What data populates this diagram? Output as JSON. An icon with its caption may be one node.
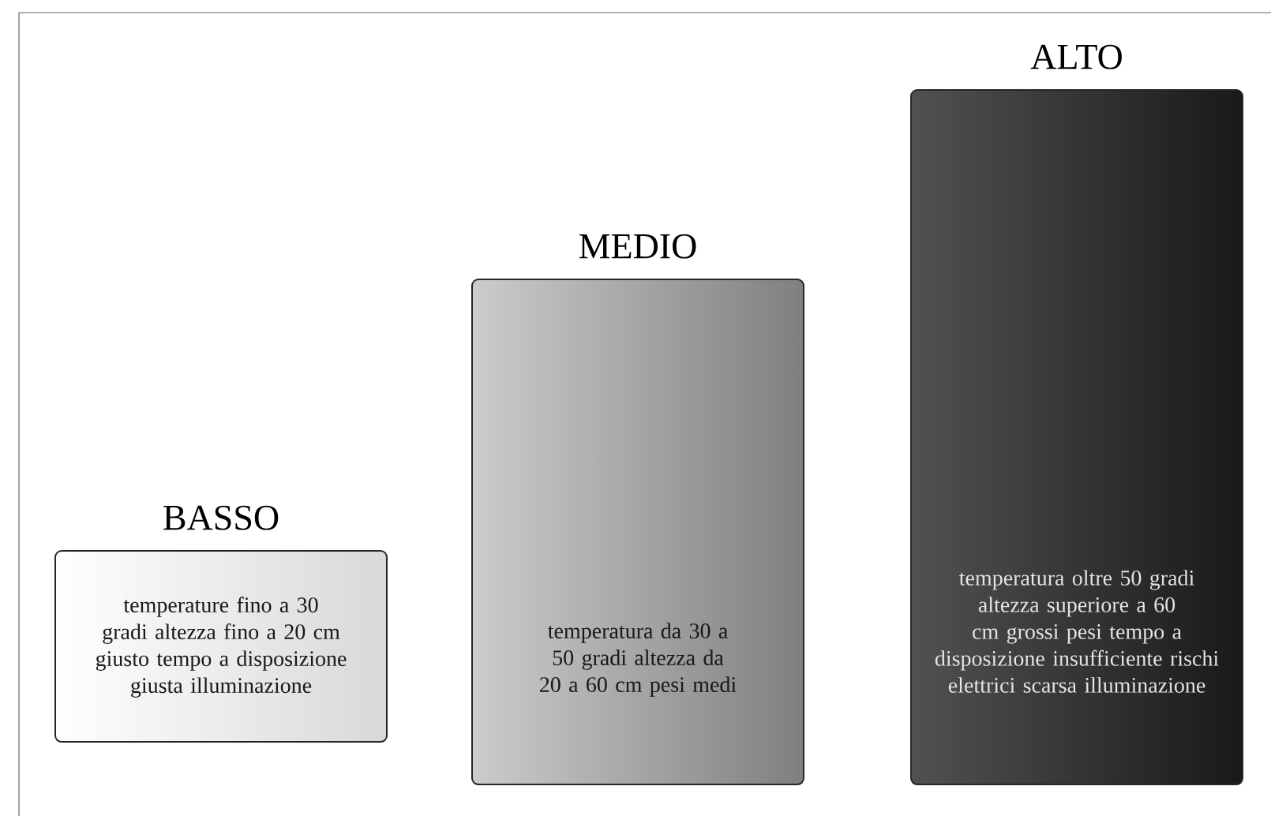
{
  "diagram": {
    "nodes": [
      {
        "text": [
          "BASSO",
          "temperature fino a 30 gradi altezza fino a 20 cm giusto tempo a disposizione giusta illuminazione"
        ]
      },
      {
        "text": [
          "MEDIO",
          "temperatura da 30 a 50 gradi altezza da 20 a 60 cm pesi medi"
        ]
      },
      {
        "text": [
          "ALTO",
          "temperatura oltre 50 gradi altezza superiore a 60 cm grossi pesi tempo a disposizione insufficiente rischi elettrici scarsa illuminazione"
        ]
      }
    ]
  }
}
